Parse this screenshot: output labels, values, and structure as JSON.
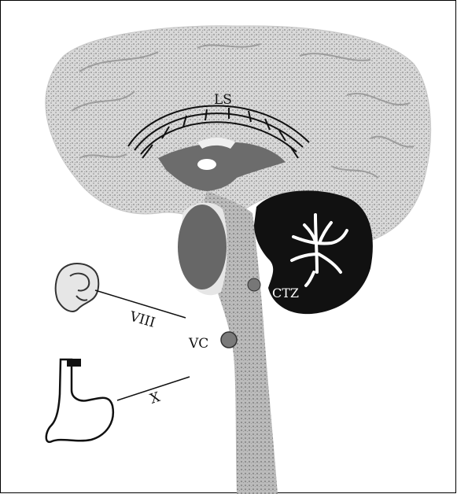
{
  "labels": {
    "ls": "LS",
    "ctz": "CTZ",
    "vc": "VC",
    "nerve_viii": "VIII",
    "nerve_x": "X"
  },
  "colors": {
    "brain_texture": "#c4c4c4",
    "brain_light": "#dedede",
    "thalamus": "#666666",
    "hypothalamus_oval": "#6a6a6a",
    "cerebellum": "#111111",
    "brainstem": "#bdbdbd",
    "nucleus": "#777777",
    "outline": "#000000"
  },
  "icons": [
    "ear-icon",
    "stomach-icon"
  ]
}
